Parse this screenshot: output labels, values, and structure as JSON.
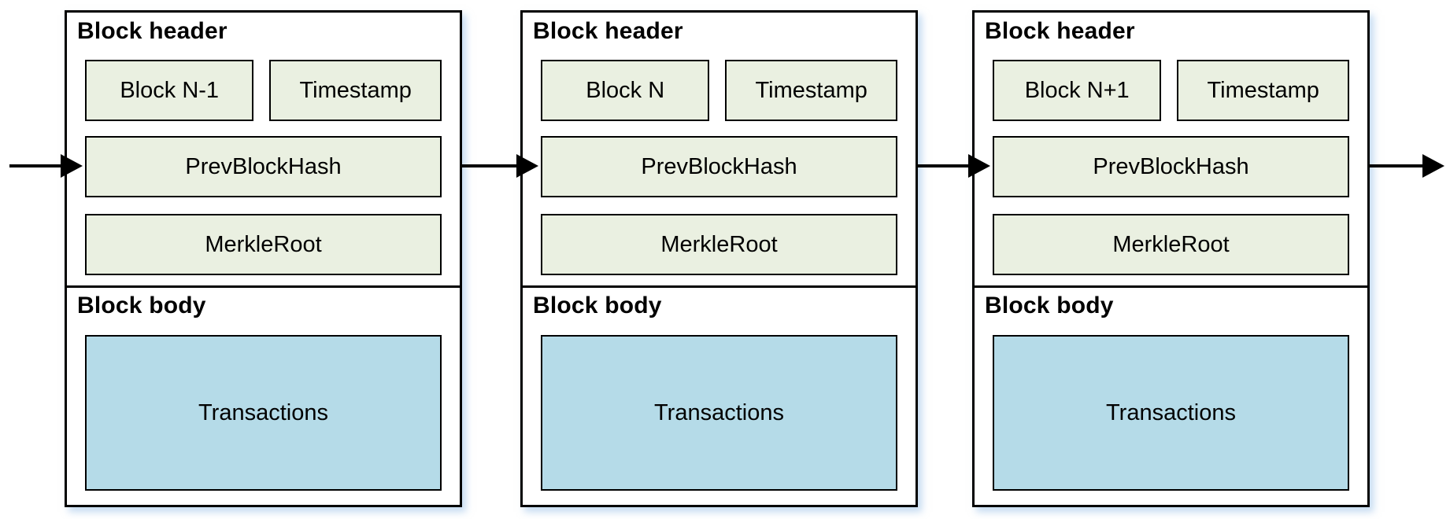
{
  "diagram": {
    "type": "blockchain-structure",
    "blocks": [
      {
        "header_label": "Block header",
        "block_id": "Block N-1",
        "timestamp": "Timestamp",
        "prev_hash": "PrevBlockHash",
        "merkle_root": "MerkleRoot",
        "body_label": "Block body",
        "transactions": "Transactions"
      },
      {
        "header_label": "Block header",
        "block_id": "Block N",
        "timestamp": "Timestamp",
        "prev_hash": "PrevBlockHash",
        "merkle_root": "MerkleRoot",
        "body_label": "Block body",
        "transactions": "Transactions"
      },
      {
        "header_label": "Block header",
        "block_id": "Block N+1",
        "timestamp": "Timestamp",
        "prev_hash": "PrevBlockHash",
        "merkle_root": "MerkleRoot",
        "body_label": "Block body",
        "transactions": "Transactions"
      }
    ],
    "colors": {
      "field_fill": "#eaf0e1",
      "transactions_fill": "#b5dbe8",
      "border": "#000000",
      "shadow": "rgba(150,190,230,0.55)"
    }
  }
}
